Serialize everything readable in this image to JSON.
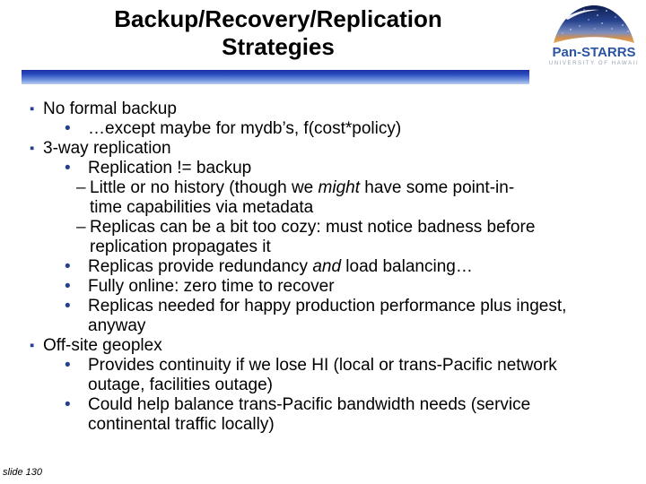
{
  "slide": {
    "title": "Backup/Recovery/Replication\nStrategies",
    "slide_number": "slide 130",
    "logo": {
      "name": "Pan-STARRS",
      "subtitle": "UNIVERSITY OF HAWAII",
      "name_color": "#2b55a4",
      "subtitle_color": "#97a2b0"
    },
    "colors": {
      "rule_gradient_top": "#1c2fa3",
      "rule_gradient_bottom": "#bccdf2",
      "bullet_navy": "#24408e",
      "text": "#000000",
      "background": "#ffffff"
    },
    "body": {
      "marker_glyphs": {
        "1": "▪",
        "2": "•",
        "3": "–"
      },
      "marker_names": {
        "1": "square-bullet-icon",
        "2": "dot-bullet-icon",
        "3": "dash-bullet-icon"
      },
      "items": [
        {
          "level": 1,
          "segments": [
            {
              "text": "No formal backup"
            }
          ]
        },
        {
          "level": 2,
          "segments": [
            {
              "text": "…except maybe for mydb’s, f(cost*policy)"
            }
          ]
        },
        {
          "level": 1,
          "segments": [
            {
              "text": "3-way replication"
            }
          ]
        },
        {
          "level": 2,
          "segments": [
            {
              "text": "Replication != backup"
            }
          ]
        },
        {
          "level": 3,
          "segments": [
            {
              "text": "Little or no history (though we "
            },
            {
              "text": "might",
              "italic": true
            },
            {
              "text": " have some point-in-\ntime capabilities via metadata"
            }
          ]
        },
        {
          "level": 3,
          "segments": [
            {
              "text": "Replicas can be a bit too cozy: must notice badness before\nreplication propagates it"
            }
          ]
        },
        {
          "level": 2,
          "segments": [
            {
              "text": "Replicas provide redundancy "
            },
            {
              "text": "and",
              "italic": true
            },
            {
              "text": " load balancing…"
            }
          ]
        },
        {
          "level": 2,
          "segments": [
            {
              "text": "Fully online: zero time to recover"
            }
          ]
        },
        {
          "level": 2,
          "segments": [
            {
              "text": "Replicas needed for happy production performance plus ingest,\nanyway"
            }
          ]
        },
        {
          "level": 1,
          "segments": [
            {
              "text": "Off-site geoplex"
            }
          ]
        },
        {
          "level": 2,
          "segments": [
            {
              "text": "Provides continuity if we lose HI (local or trans-Pacific network\noutage, facilities outage)"
            }
          ]
        },
        {
          "level": 2,
          "segments": [
            {
              "text": "Could help balance trans-Pacific bandwidth needs (service\ncontinental traffic locally)"
            }
          ]
        }
      ]
    }
  }
}
